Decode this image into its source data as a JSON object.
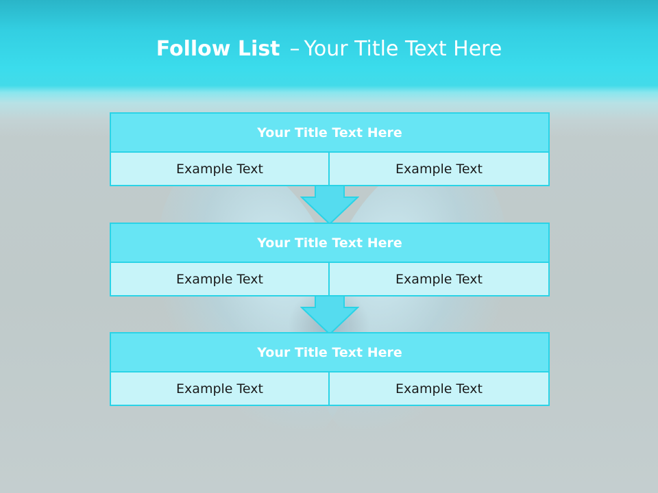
{
  "slide": {
    "title_bold": "Follow List",
    "title_dash": "–",
    "title_rest": "Your Title Text Here"
  },
  "blocks": [
    {
      "title": "Your Title Text Here",
      "left": "Example Text",
      "right": "Example Text"
    },
    {
      "title": "Your Title Text Here",
      "left": "Example Text",
      "right": "Example Text"
    },
    {
      "title": "Your Title Text Here",
      "left": "Example Text",
      "right": "Example Text"
    }
  ],
  "colors": {
    "header_band": "#33cfe2",
    "block_header": "#67e5f4",
    "block_cell": "#c7f4f9",
    "border": "#2ad3e6",
    "arrow_fill": "#55dcef"
  },
  "icons": [
    "down-arrow-icon",
    "down-arrow-icon"
  ]
}
